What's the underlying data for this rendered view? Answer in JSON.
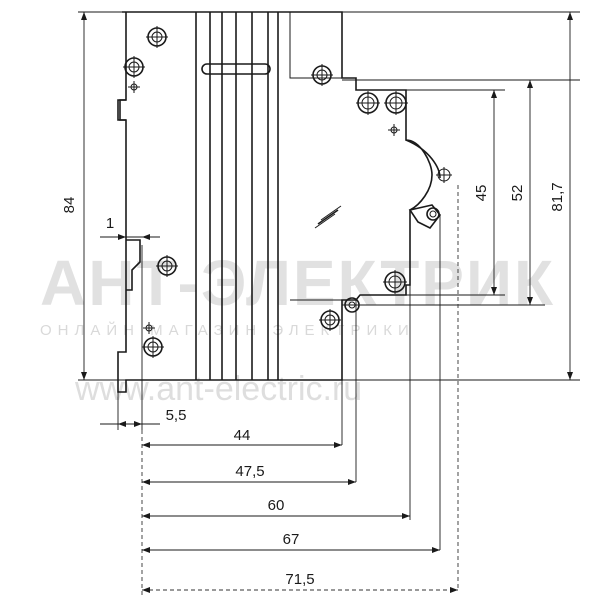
{
  "dimensions": {
    "height_total": "84",
    "clearance": "1",
    "offset": "5,5",
    "d44": "44",
    "d47_5": "47,5",
    "d60": "60",
    "d67": "67",
    "d71_5": "71,5",
    "v45": "45",
    "v52": "52",
    "v81_7": "81,7"
  },
  "watermark": {
    "brand": "АНТ-ЭЛЕКТРИК",
    "tagline": "ОНЛАЙН МАГАЗИН ЭЛЕКТРИКИ",
    "url": "www.ant-electric.ru"
  },
  "icons": {
    "screw": "screw-terminal-icon",
    "rivet": "rivet-cross-icon"
  }
}
